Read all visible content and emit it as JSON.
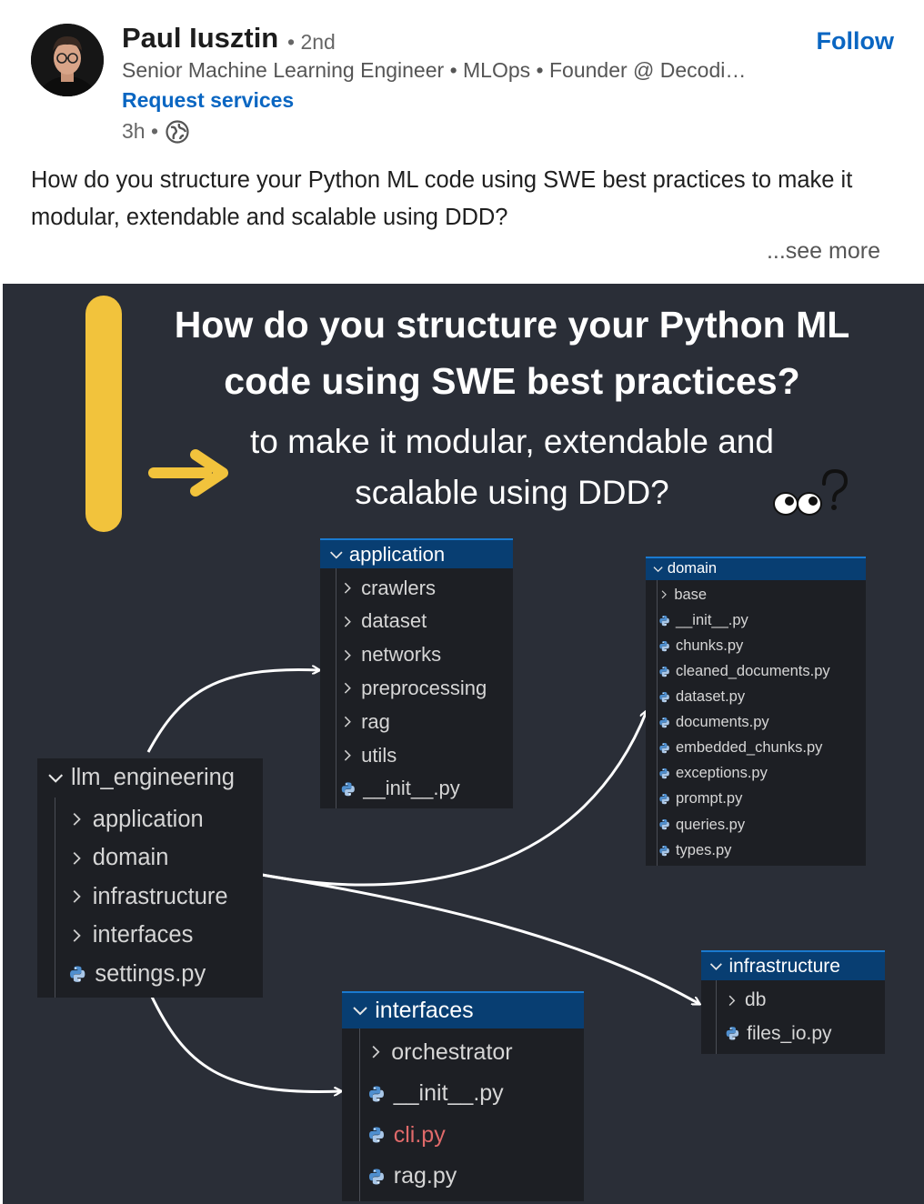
{
  "post": {
    "author": "Paul Iusztin",
    "degree": "• 2nd",
    "follow": "Follow",
    "headline": "Senior Machine Learning Engineer • MLOps • Founder @ Decodi…",
    "request_services": "Request services",
    "time": "3h •",
    "text": "How do you structure your Python ML code using SWE best practices to make it modular, extendable and scalable using DDD?",
    "see_more": "...see more"
  },
  "image": {
    "title": "How do you structure your Python ML code using SWE best practices?",
    "subtitle": "to make it modular, extendable and scalable using DDD?",
    "colors": {
      "background": "#2a2e37",
      "accent": "#f2c33c",
      "header": "#083e72"
    },
    "trees": {
      "llm_engineering": {
        "title": "llm_engineering",
        "items": [
          {
            "label": "application",
            "type": "folder"
          },
          {
            "label": "domain",
            "type": "folder"
          },
          {
            "label": "infrastructure",
            "type": "folder"
          },
          {
            "label": "interfaces",
            "type": "folder"
          },
          {
            "label": "settings.py",
            "type": "file"
          }
        ]
      },
      "application": {
        "title": "application",
        "items": [
          {
            "label": "crawlers",
            "type": "folder"
          },
          {
            "label": "dataset",
            "type": "folder"
          },
          {
            "label": "networks",
            "type": "folder"
          },
          {
            "label": "preprocessing",
            "type": "folder"
          },
          {
            "label": "rag",
            "type": "folder"
          },
          {
            "label": "utils",
            "type": "folder"
          },
          {
            "label": "__init__.py",
            "type": "file"
          }
        ]
      },
      "domain": {
        "title": "domain",
        "items": [
          {
            "label": "base",
            "type": "folder"
          },
          {
            "label": "__init__.py",
            "type": "file"
          },
          {
            "label": "chunks.py",
            "type": "file"
          },
          {
            "label": "cleaned_documents.py",
            "type": "file"
          },
          {
            "label": "dataset.py",
            "type": "file"
          },
          {
            "label": "documents.py",
            "type": "file"
          },
          {
            "label": "embedded_chunks.py",
            "type": "file"
          },
          {
            "label": "exceptions.py",
            "type": "file"
          },
          {
            "label": "prompt.py",
            "type": "file"
          },
          {
            "label": "queries.py",
            "type": "file"
          },
          {
            "label": "types.py",
            "type": "file"
          }
        ]
      },
      "infrastructure": {
        "title": "infrastructure",
        "items": [
          {
            "label": "db",
            "type": "folder"
          },
          {
            "label": "files_io.py",
            "type": "file"
          }
        ]
      },
      "interfaces": {
        "title": "interfaces",
        "items": [
          {
            "label": "orchestrator",
            "type": "folder"
          },
          {
            "label": "__init__.py",
            "type": "file"
          },
          {
            "label": "cli.py",
            "type": "file",
            "highlight": true
          },
          {
            "label": "rag.py",
            "type": "file"
          }
        ]
      }
    }
  }
}
